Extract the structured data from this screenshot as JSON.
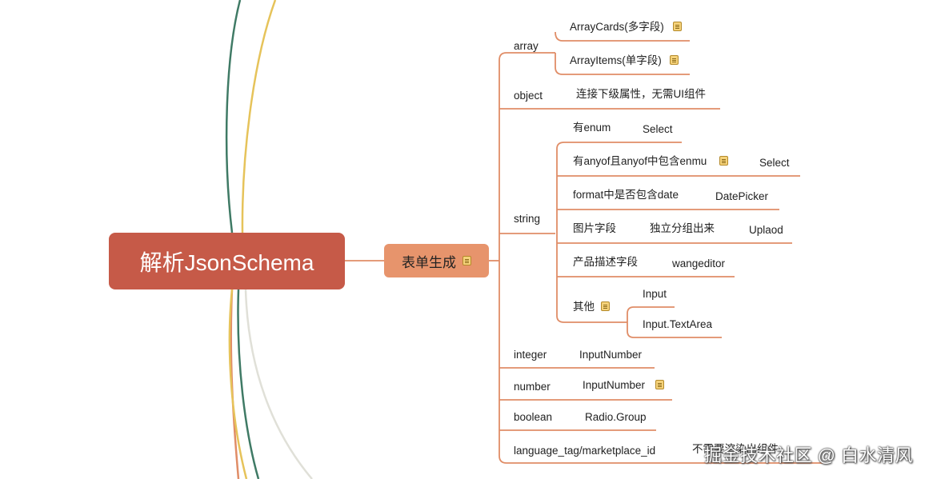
{
  "root": {
    "label": "解析JsonSchema"
  },
  "main": {
    "label": "表单生成"
  },
  "types": {
    "array": {
      "label": "array",
      "children": [
        "ArrayCards(多字段)",
        "ArrayItems(单字段)"
      ]
    },
    "object": {
      "label": "object",
      "note": "连接下级属性，无需UI组件"
    },
    "string": {
      "label": "string",
      "rules": {
        "enum": {
          "condition": "有enum",
          "component": "Select"
        },
        "anyof": {
          "condition": "有anyof且anyof中包含enmu",
          "component": "Select"
        },
        "format": {
          "condition": "format中是否包含date",
          "component": "DatePicker"
        },
        "image": {
          "condition": "图片字段",
          "note": "独立分组出来",
          "component": "Uplaod"
        },
        "desc": {
          "condition": "产品描述字段",
          "component": "wangeditor"
        },
        "other": {
          "condition": "其他",
          "components": [
            "Input",
            "Input.TextArea"
          ]
        }
      }
    },
    "integer": {
      "label": "integer",
      "component": "InputNumber"
    },
    "number": {
      "label": "number",
      "component": "InputNumber"
    },
    "boolean": {
      "label": "boolean",
      "component": "Radio.Group"
    },
    "language": {
      "label": "language_tag/marketplace_id",
      "note": "不需要渲染出组件"
    }
  },
  "watermark": "掘金技术社区 @ 白水清风",
  "colors": {
    "root": "#c65a48",
    "main": "#e7946c",
    "connector": "#e08d67",
    "note_icon": "#f5d27a"
  }
}
